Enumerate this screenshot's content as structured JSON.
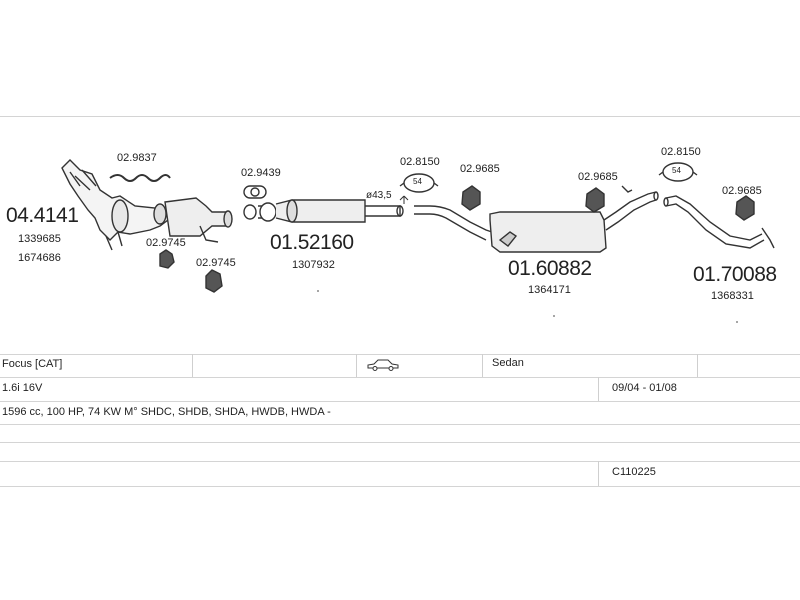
{
  "parts": {
    "cat_converter": {
      "number": "04.4141",
      "ref1": "1339685",
      "ref2": "1674686"
    },
    "middle_pipe": {
      "number": "01.52160",
      "ref": "1307932"
    },
    "middle_silencer": {
      "number": "01.60882",
      "ref": "1364171"
    },
    "rear_pipe": {
      "number": "01.70088",
      "ref": "1368331"
    }
  },
  "small_parts": {
    "p_9837": "02.9837",
    "p_9745_a": "02.9745",
    "p_9745_b": "02.9745",
    "p_9439": "02.9439",
    "p_8150_a": "02.8150",
    "p_9685_a": "02.9685",
    "p_9685_b": "02.9685",
    "p_8150_b": "02.8150",
    "p_9685_c": "02.9685"
  },
  "diameter_label": "ø43,5",
  "gasket_label_a": "54",
  "gasket_label_b": "54",
  "table": {
    "model": "Focus  [CAT]",
    "body": "Sedan",
    "engine": "1.6i 16V",
    "years": "09/04 - 01/08",
    "specs": "1596 cc, 100 HP, 74 KW M° SHDC, SHDB, SHDA, HWDB, HWDA -",
    "code": "C110225"
  }
}
